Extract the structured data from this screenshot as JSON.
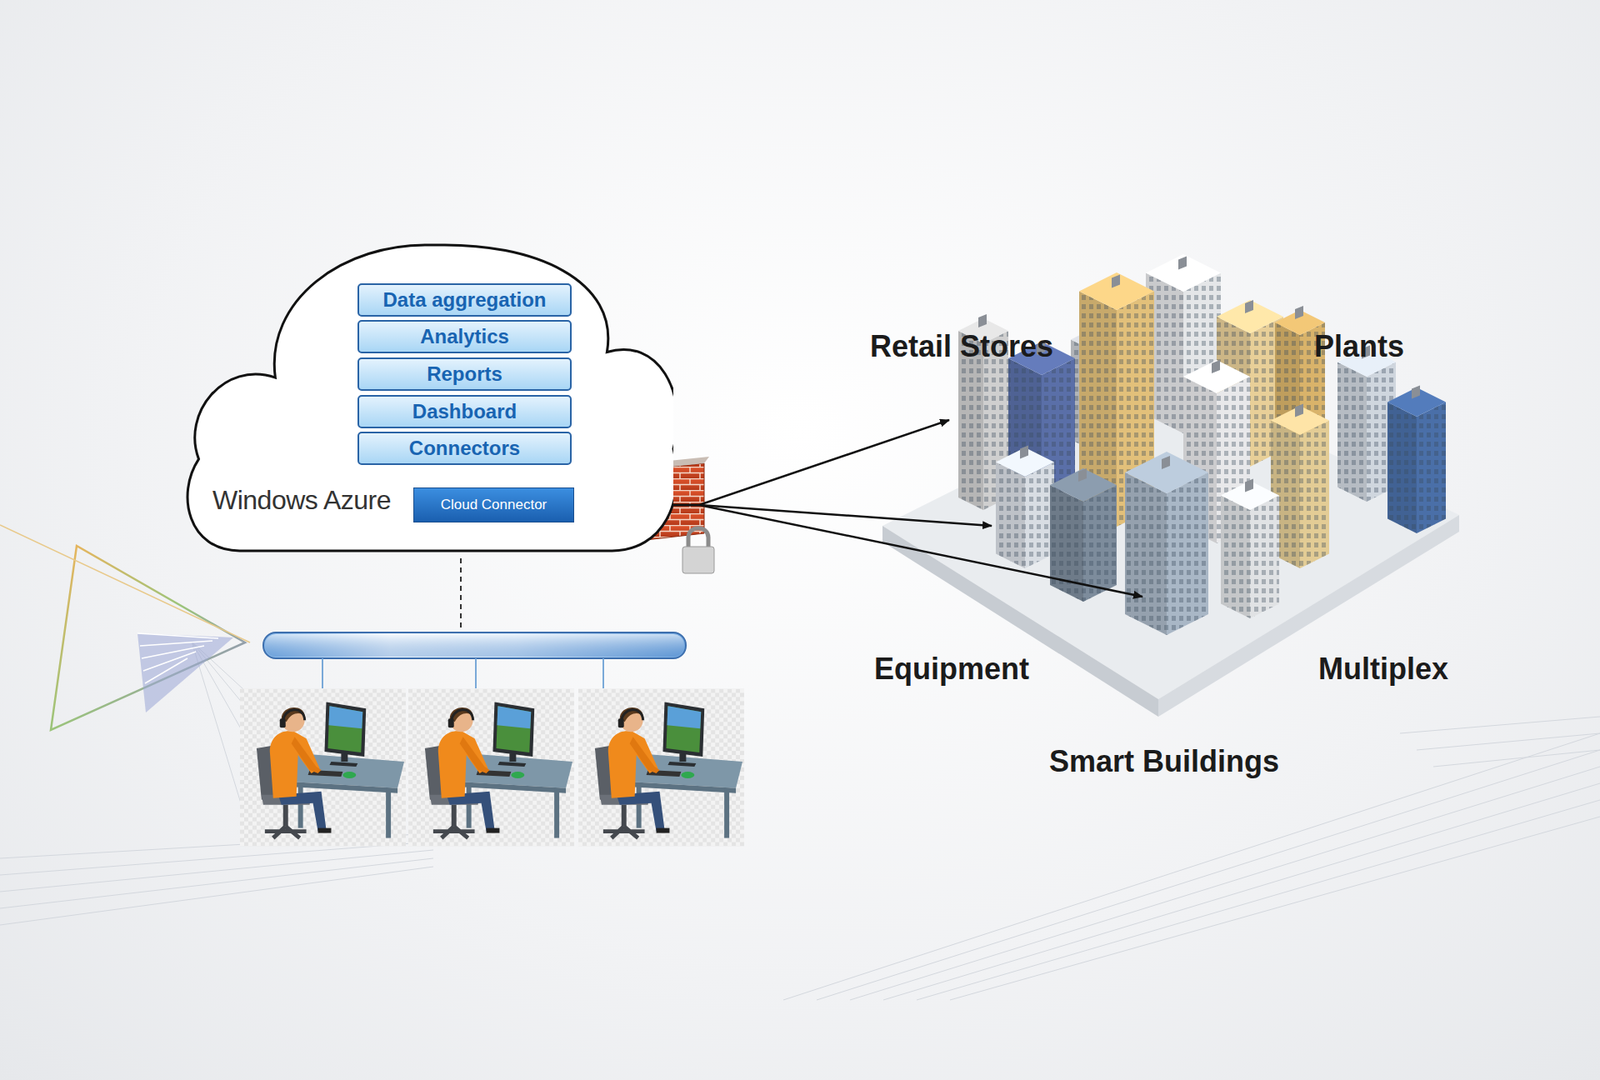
{
  "diagram": {
    "nodes": [
      {
        "text": [
          "Windows Azure"
        ]
      },
      {
        "text": [
          "Data aggregation"
        ],
        "in": 0
      },
      {
        "text": [
          "Analytics"
        ],
        "in": 0
      },
      {
        "text": [
          "Reports"
        ],
        "in": 0
      },
      {
        "text": [
          "Dashboard"
        ],
        "in": 0
      },
      {
        "text": [
          "Connectors"
        ],
        "in": 0
      },
      {
        "text": [
          "Cloud Connector"
        ],
        "in": 0
      },
      {
        "text": [
          "Retail Stores",
          "Plants",
          "Equipment",
          "Multiplex",
          "Smart Buildings"
        ]
      }
    ],
    "edges": [
      {
        "from": 5,
        "to": 6,
        "arrow": "to"
      },
      {
        "from": 6,
        "to": 7,
        "arrow": "both"
      },
      {
        "from": 6,
        "to": 7,
        "arrow": "both"
      },
      {
        "from": 6,
        "to": 7,
        "arrow": "both"
      }
    ]
  }
}
